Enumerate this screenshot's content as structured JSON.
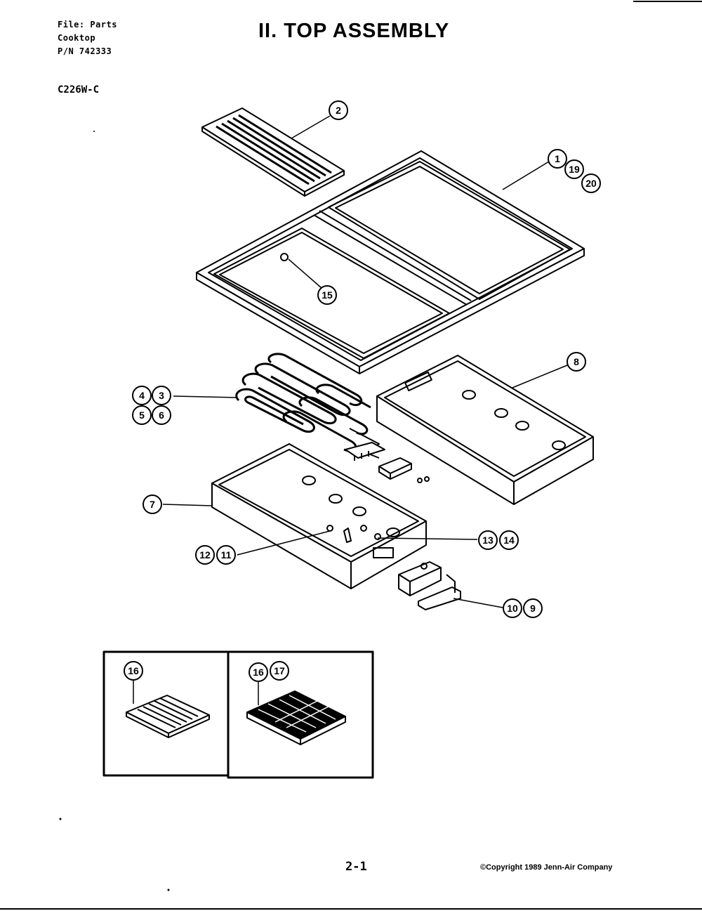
{
  "header": {
    "file_line": "File: Parts",
    "type_line": "Cooktop",
    "pn_line": "P/N 742333"
  },
  "title": "II. TOP ASSEMBLY",
  "model": "C226W-C",
  "page_number": "2-1",
  "copyright": "©Copyright 1989 Jenn-Air Company",
  "callouts": {
    "c1": "1",
    "c2": "2",
    "c3": "3",
    "c4": "4",
    "c5": "5",
    "c6": "6",
    "c7": "7",
    "c8": "8",
    "c9": "9",
    "c10": "10",
    "c11": "11",
    "c12": "12",
    "c13": "13",
    "c14": "14",
    "c15": "15",
    "c16a": "16",
    "c16b": "16",
    "c17": "17",
    "c19": "19",
    "c20": "20"
  }
}
